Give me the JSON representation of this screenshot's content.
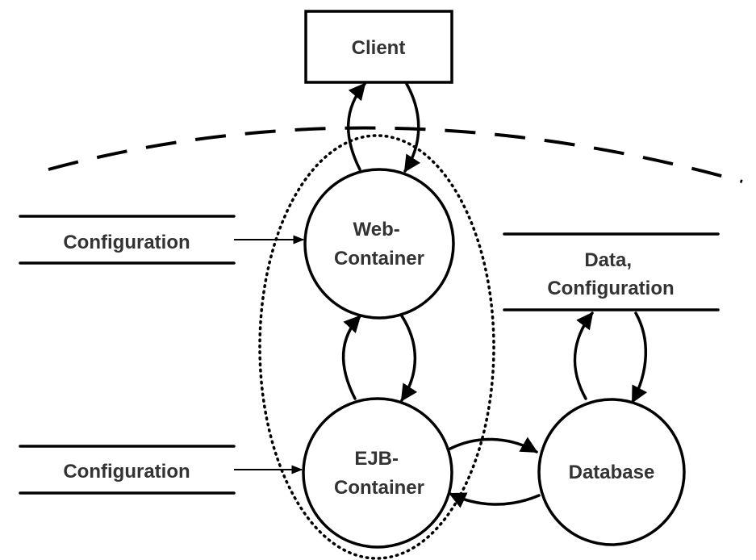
{
  "nodes": {
    "client": {
      "label": "Client"
    },
    "web_container": {
      "label_lines": [
        "Web-",
        "Container"
      ]
    },
    "ejb_container": {
      "label_lines": [
        "EJB-",
        "Container"
      ]
    },
    "database": {
      "label": "Database"
    }
  },
  "data_stores": {
    "web_configuration": {
      "label": "Configuration"
    },
    "ejb_configuration": {
      "label": "Configuration"
    },
    "data_configuration": {
      "label_lines": [
        "Data,",
        "Configuration"
      ]
    }
  },
  "colors": {
    "stroke": "#000000",
    "text": "#333333",
    "background": "#ffffff"
  }
}
